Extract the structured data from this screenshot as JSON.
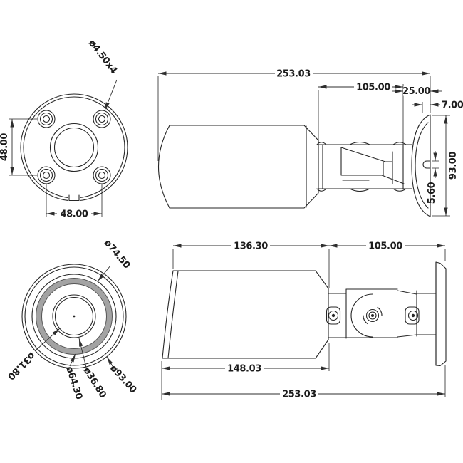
{
  "views": {
    "back_plate_view": {
      "screw_hole_callout": "ø4.50x4",
      "hole_spacing_vertical": "48.00",
      "hole_spacing_horizontal": "48.00"
    },
    "top_side_view": {
      "overall_length": "253.03",
      "bracket_to_base_length": "105.00",
      "base_rear_depth": "25.00",
      "base_lip_depth": "7.00",
      "base_height": "93.00",
      "cable_slot_width": "5.60"
    },
    "front_lens_view": {
      "shade_inner_diameter": "ø74.50",
      "lens_diameter": "ø31.80",
      "lens_bezel_diameter": "ø36.80",
      "ir_ring_diameter": "ø64.30",
      "outer_diameter": "ø93.00"
    },
    "bottom_side_view": {
      "body_length": "136.30",
      "bracket_to_base_length": "105.00",
      "body_with_shade_length": "148.03",
      "overall_length": "253.03"
    }
  },
  "colors": {
    "line_color": "#262626",
    "ir_ring_color": "#a3a3a3",
    "background": "#ffffff"
  }
}
